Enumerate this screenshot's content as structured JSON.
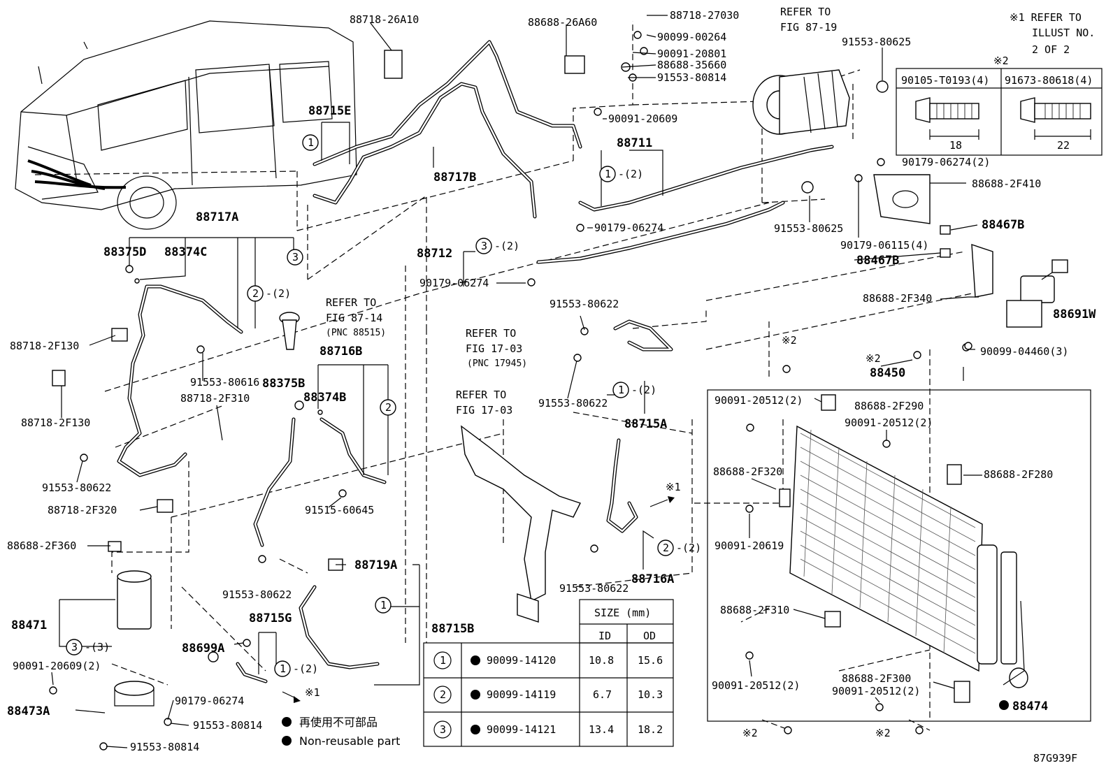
{
  "diagram_code": "87G939F",
  "notes": {
    "note1_line1": "※1 REFER TO",
    "note1_line2": "ILLUST NO.",
    "note1_line3": "2 OF 2",
    "mark2": "※2",
    "mark1": "※1"
  },
  "refer": {
    "fig8719_a": "REFER TO",
    "fig8719_b": "FIG 87-19",
    "fig8714_a": "REFER TO",
    "fig8714_b": "FIG 87-14",
    "fig8714_c": "(PNC 88515)",
    "fig1703a_a": "REFER TO",
    "fig1703a_b": "FIG 17-03",
    "fig1703a_c": "(PNC 17945)",
    "fig1703b_a": "REFER TO",
    "fig1703b_b": "FIG 17-03"
  },
  "bolt_table": {
    "col1": "90105-T0193(4)",
    "col2": "91673-80618(4)",
    "dim1": "18",
    "dim2": "22"
  },
  "parts": {
    "p88718_26A10": "88718-26A10",
    "p88688_26A60": "88688-26A60",
    "p88718_27030": "88718-27030",
    "p90099_00264": "90099-00264",
    "p90091_20801": "90091-20801",
    "p88688_35660": "88688-35660",
    "p91553_80814_top": "91553-80814",
    "p90091_20609_top": "90091-20609",
    "p91553_80625_top": "91553-80625",
    "p88715E": "88715E",
    "p88717B": "88717B",
    "p88711": "88711",
    "p90179_06274_a": "90179-06274",
    "p91553_80625_mid": "91553-80625",
    "p90179_06274_2": "90179-06274(2)",
    "p88688_2F410": "88688-2F410",
    "p88467B_a": "88467B",
    "p88467B_b": "88467B",
    "p90179_06115_4": "90179-06115(4)",
    "p88688_2F340": "88688-2F340",
    "p88691W": "88691W",
    "p90099_04460_3": "90099-04460(3)",
    "p88717A": "88717A",
    "p88375D": "88375D",
    "p88374C": "88374C",
    "p88712": "88712",
    "p90179_06274_b": "90179-06274",
    "p88718_2F130_a": "88718-2F130",
    "p88718_2F130_b": "88718-2F130",
    "p91553_80616": "91553-80616",
    "p88718_2F310": "88718-2F310",
    "p91553_80622_a": "91553-80622",
    "p91553_80622_b": "91553-80622",
    "p91553_80622_c": "91553-80622",
    "p91553_80622_d": "91553-80622",
    "p91553_80622_e": "91553-80622",
    "p88715A": "88715A",
    "p88716B": "88716B",
    "p88375B": "88375B",
    "p88374B": "88374B",
    "p88450": "88450",
    "p90091_20512_2a": "90091-20512(2)",
    "p88688_2F290": "88688-2F290",
    "p90091_20512_2b": "90091-20512(2)",
    "p88688_2F320": "88688-2F320",
    "p88688_2F280": "88688-2F280",
    "p90091_20619": "90091-20619",
    "p88718_2F320": "88718-2F320",
    "p91515_60645": "91515-60645",
    "p88688_2F360": "88688-2F360",
    "p88719A": "88719A",
    "p88716A": "88716A",
    "p88471": "88471",
    "p88715G": "88715G",
    "p88715B": "88715B",
    "p88688_2F310": "88688-2F310",
    "p90091_20609_2": "90091-20609(2)",
    "p88699A": "88699A",
    "p90091_20512_2c": "90091-20512(2)",
    "p88688_2F300": "88688-2F300",
    "p90091_20512_2d": "90091-20512(2)",
    "p88473A": "88473A",
    "p90179_06274_c": "90179-06274",
    "p91553_80814_b": "91553-80814",
    "p91553_80814_c": "91553-80814",
    "p88474": "88474"
  },
  "callouts": {
    "c1": "1",
    "c2": "2",
    "c3": "3",
    "x2": "-(2)",
    "x3": "-(3)"
  },
  "legend": {
    "jp": "再使用不可部品",
    "en": "Non-reusable part"
  },
  "oring_table": {
    "size_header": "SIZE (mm)",
    "id_header": "ID",
    "od_header": "OD",
    "rows": [
      {
        "n": "1",
        "part": "90099-14120",
        "id": "10.8",
        "od": "15.6"
      },
      {
        "n": "2",
        "part": "90099-14119",
        "id": "6.7",
        "od": "10.3"
      },
      {
        "n": "3",
        "part": "90099-14121",
        "id": "13.4",
        "od": "18.2"
      }
    ]
  }
}
